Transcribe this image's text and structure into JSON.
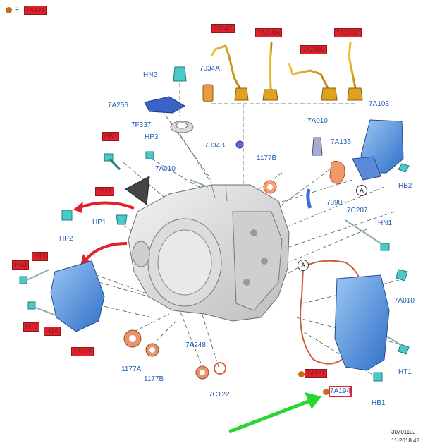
{
  "legend": {
    "equals": "=",
    "code": "7A194"
  },
  "labels": {
    "selected": "7A194",
    "ref_a": "A",
    "red": [
      "7034C",
      "7A248A",
      "7A248C",
      "7A248B",
      "HB3",
      "7Z22",
      "HN3",
      "HT3",
      "HT2",
      "HB4",
      "7A039",
      "7A191"
    ],
    "blue": [
      "HN2",
      "7034A",
      "7A256",
      "7A103",
      "7A010",
      "7F337",
      "HP3",
      "7034B",
      "7A136",
      "1177B",
      "7A010",
      "HB2",
      "7890",
      "7C207",
      "HP1",
      "HN1",
      "HP2",
      "7A010",
      "7A248",
      "1177A",
      "1177B",
      "HT1",
      "7C122",
      "HB1"
    ]
  },
  "footer": {
    "drawing": "3070110J",
    "date": "11-2018 48"
  },
  "colors": {
    "callout_red": "#e3202c",
    "label_blue": "#1f5fb8",
    "arrow_green": "#27d832",
    "part_blue": "#2f6fc9",
    "dot_orange": "#c86b1a"
  }
}
